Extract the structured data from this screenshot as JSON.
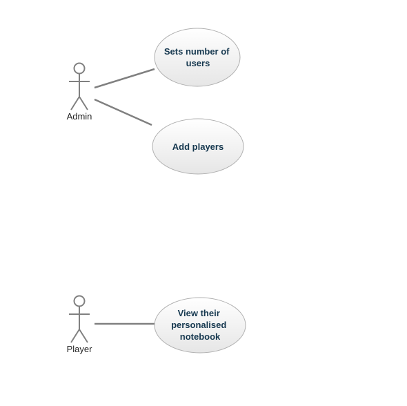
{
  "colors": {
    "line": "#808080",
    "ellipse_fill_top": "#ffffff",
    "ellipse_fill_bottom": "#e6e6e6",
    "ellipse_stroke": "#b0b0b0",
    "usecase_text": "#16384f",
    "actor_text": "#222222"
  },
  "actors": [
    {
      "name": "Admin"
    },
    {
      "name": "Player"
    }
  ],
  "use_cases": [
    {
      "lines": [
        "Sets number of",
        "users"
      ]
    },
    {
      "lines": [
        "Add players"
      ]
    },
    {
      "lines": [
        "View their",
        "personalised",
        "notebook"
      ]
    }
  ]
}
